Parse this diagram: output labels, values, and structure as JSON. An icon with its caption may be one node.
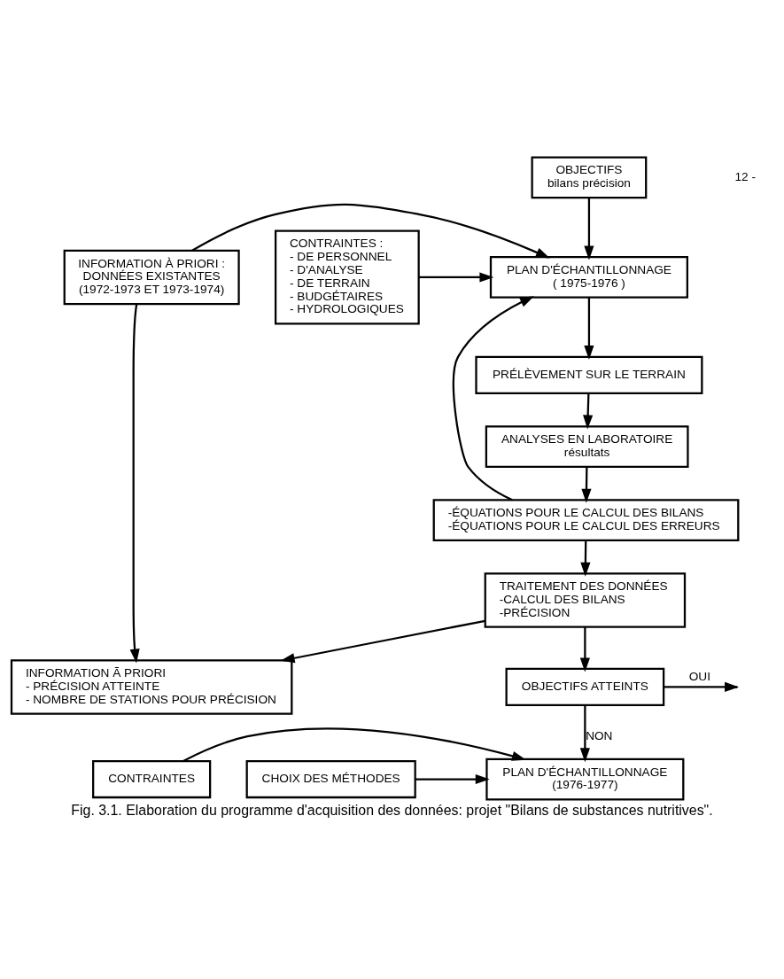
{
  "diagram": {
    "caption": "Fig. 3.1. Elaboration du programme d'acquisition des données: projet \"Bilans de substances nutritives\".",
    "nodes": [
      {
        "text": [
          "OBJECTIFS",
          "bilans précision"
        ]
      },
      {
        "text": [
          "CONTRAINTES :",
          "- DE PERSONNEL",
          "- D'ANALYSE",
          "- DE TERRAIN",
          "- BUDGÉTAIRES",
          "- HYDROLOGIQUES"
        ]
      },
      {
        "text": [
          "PLAN D'ÉCHANTILLONNAGE",
          "( 1975-1976 )"
        ]
      },
      {
        "text": [
          "INFORMATION À PRIORI :",
          "DONNÉES EXISTANTES",
          "(1972-1973 ET 1973-1974)"
        ]
      },
      {
        "text": [
          "PRÉLÈVEMENT SUR LE TERRAIN"
        ]
      },
      {
        "text": [
          "ANALYSES EN LABORATOIRE",
          "résultats"
        ]
      },
      {
        "text": [
          "-ÉQUATIONS POUR LE CALCUL DES BILANS",
          "-ÉQUATIONS POUR LE CALCUL DES ERREURS"
        ]
      },
      {
        "text": [
          "TRAITEMENT DES DONNÉES",
          "-CALCUL DES BILANS",
          "-PRÉCISION"
        ]
      },
      {
        "text": [
          "OBJECTIFS ATTEINTS"
        ]
      },
      {
        "text": [
          "INFORMATION Ã PRIORI",
          "- PRÉCISION ATTEINTE",
          "- NOMBRE DE STATIONS POUR PRÉCISION"
        ]
      },
      {
        "text": [
          "CHOIX DES MÉTHODES"
        ]
      },
      {
        "text": [
          "PLAN D'ÉCHANTILLONNAGE",
          "(1976-1977)"
        ]
      },
      {
        "text": [
          "CONTRAINTES"
        ]
      }
    ],
    "edges": [
      {
        "from": 0,
        "to": 2,
        "arrow": "to"
      },
      {
        "from": 1,
        "to": 2,
        "arrow": "to"
      },
      {
        "from": 3,
        "to": 2,
        "arrow": "to"
      },
      {
        "from": 2,
        "to": 4,
        "arrow": "to"
      },
      {
        "from": 4,
        "to": 5,
        "arrow": "to"
      },
      {
        "from": 5,
        "to": 6,
        "arrow": "to"
      },
      {
        "from": 6,
        "to": 2,
        "arrow": "to"
      },
      {
        "from": 6,
        "to": 7,
        "arrow": "to"
      },
      {
        "from": 7,
        "to": 8,
        "arrow": "to"
      },
      {
        "from": 7,
        "to": 9,
        "arrow": "to"
      },
      {
        "from": 3,
        "to": 9,
        "arrow": "to"
      },
      {
        "from": 8,
        "to": null,
        "arrow": "to",
        "label": "OUI"
      },
      {
        "from": 8,
        "to": 11,
        "arrow": "to",
        "label": "NON"
      },
      {
        "from": 10,
        "to": 11,
        "arrow": "to"
      },
      {
        "from": 12,
        "to": 11,
        "arrow": "to"
      }
    ],
    "labels": [
      "12 -"
    ]
  }
}
